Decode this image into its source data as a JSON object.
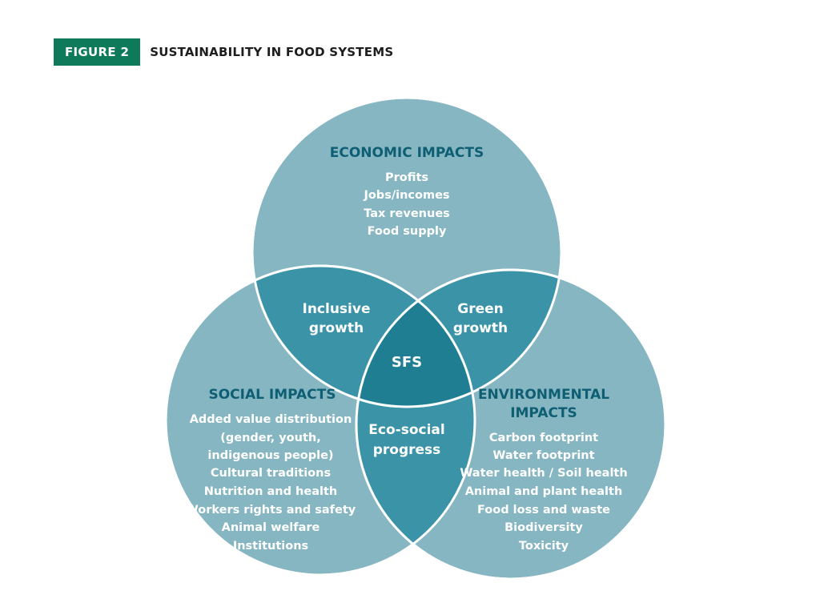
{
  "figure": {
    "label": "FIGURE 2",
    "title": "SUSTAINABILITY IN FOOD SYSTEMS"
  },
  "colors": {
    "circle_fill": "#86b6c2",
    "overlap_fill": "#3a93a6",
    "center_fill": "#1f7e92",
    "heading_text": "#0f5f74",
    "badge_bg": "#0e7a5a"
  },
  "economic": {
    "heading": "ECONOMIC IMPACTS",
    "items": [
      "Profits",
      "Jobs/incomes",
      "Tax revenues",
      "Food supply"
    ]
  },
  "social": {
    "heading": "SOCIAL IMPACTS",
    "items": [
      "Added value distribution",
      "(gender, youth,",
      "indigenous people)",
      "Cultural traditions",
      "Nutrition and health",
      "Workers rights and safety",
      "Animal welfare",
      "Institutions"
    ]
  },
  "environmental": {
    "heading_line1": "ENVIRONMENTAL",
    "heading_line2": "IMPACTS",
    "items": [
      "Carbon footprint",
      "Water footprint",
      "Water health / Soil health",
      "Animal and plant health",
      "Food loss and waste",
      "Biodiversity",
      "Toxicity"
    ]
  },
  "overlaps": {
    "inclusive_line1": "Inclusive",
    "inclusive_line2": "growth",
    "green_line1": "Green",
    "green_line2": "growth",
    "ecosocial_line1": "Eco-social",
    "ecosocial_line2": "progress",
    "center": "SFS"
  }
}
